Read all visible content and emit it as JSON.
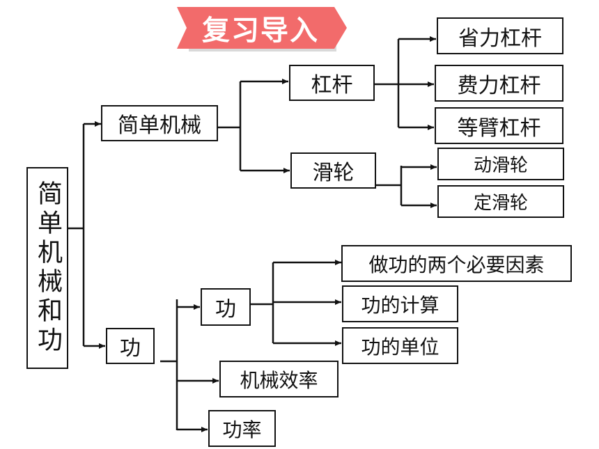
{
  "banner": {
    "title": "复习导入"
  },
  "root": {
    "label": "简单机械和功"
  },
  "simple_machines": {
    "label": "简单机械",
    "lever": {
      "label": "杠杆",
      "children": [
        "省力杠杆",
        "费力杠杆",
        "等臂杠杆"
      ]
    },
    "pulley": {
      "label": "滑轮",
      "children": [
        "动滑轮",
        "定滑轮"
      ]
    }
  },
  "work": {
    "label": "功",
    "sub_work": {
      "label": "功",
      "children": [
        "做功的两个必要因素",
        "功的计算",
        "功的单位"
      ]
    },
    "efficiency": {
      "label": "机械效率"
    },
    "power": {
      "label": "功率"
    }
  },
  "colors": {
    "banner_bg": "#f26b6b",
    "banner_text": "#ffffff",
    "line": "#111111"
  }
}
